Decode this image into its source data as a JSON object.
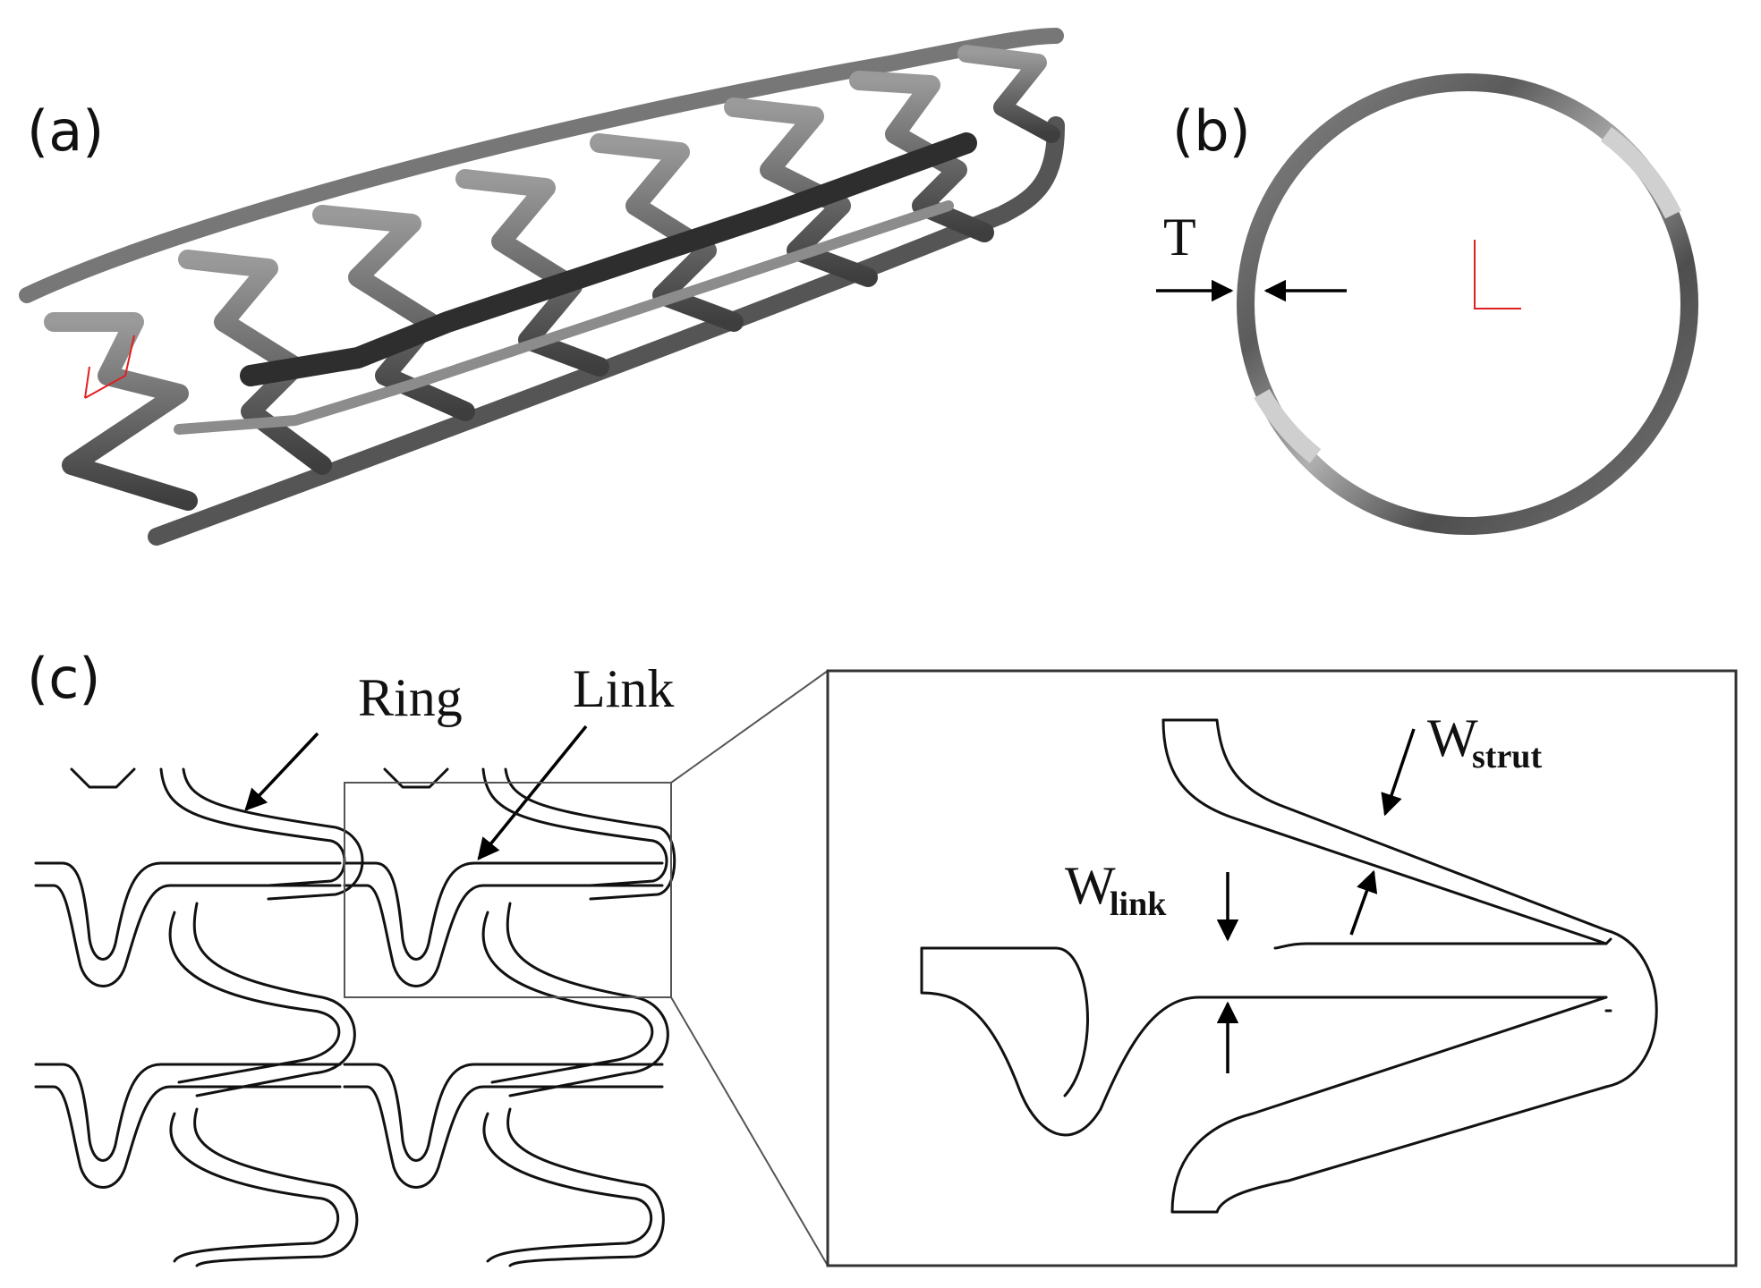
{
  "panels": {
    "a": {
      "label": "(a)"
    },
    "b": {
      "label": "(b)",
      "thickness_label": "T"
    },
    "c": {
      "label": "(c)",
      "ring_label": "Ring",
      "link_label": "Link",
      "w_strut_main": "W",
      "w_strut_sub": "strut",
      "w_link_main": "W",
      "w_link_sub": "link"
    }
  },
  "colors": {
    "axis": "#e02020",
    "line": "#111111",
    "strut_gray": "#6e6e6e"
  }
}
